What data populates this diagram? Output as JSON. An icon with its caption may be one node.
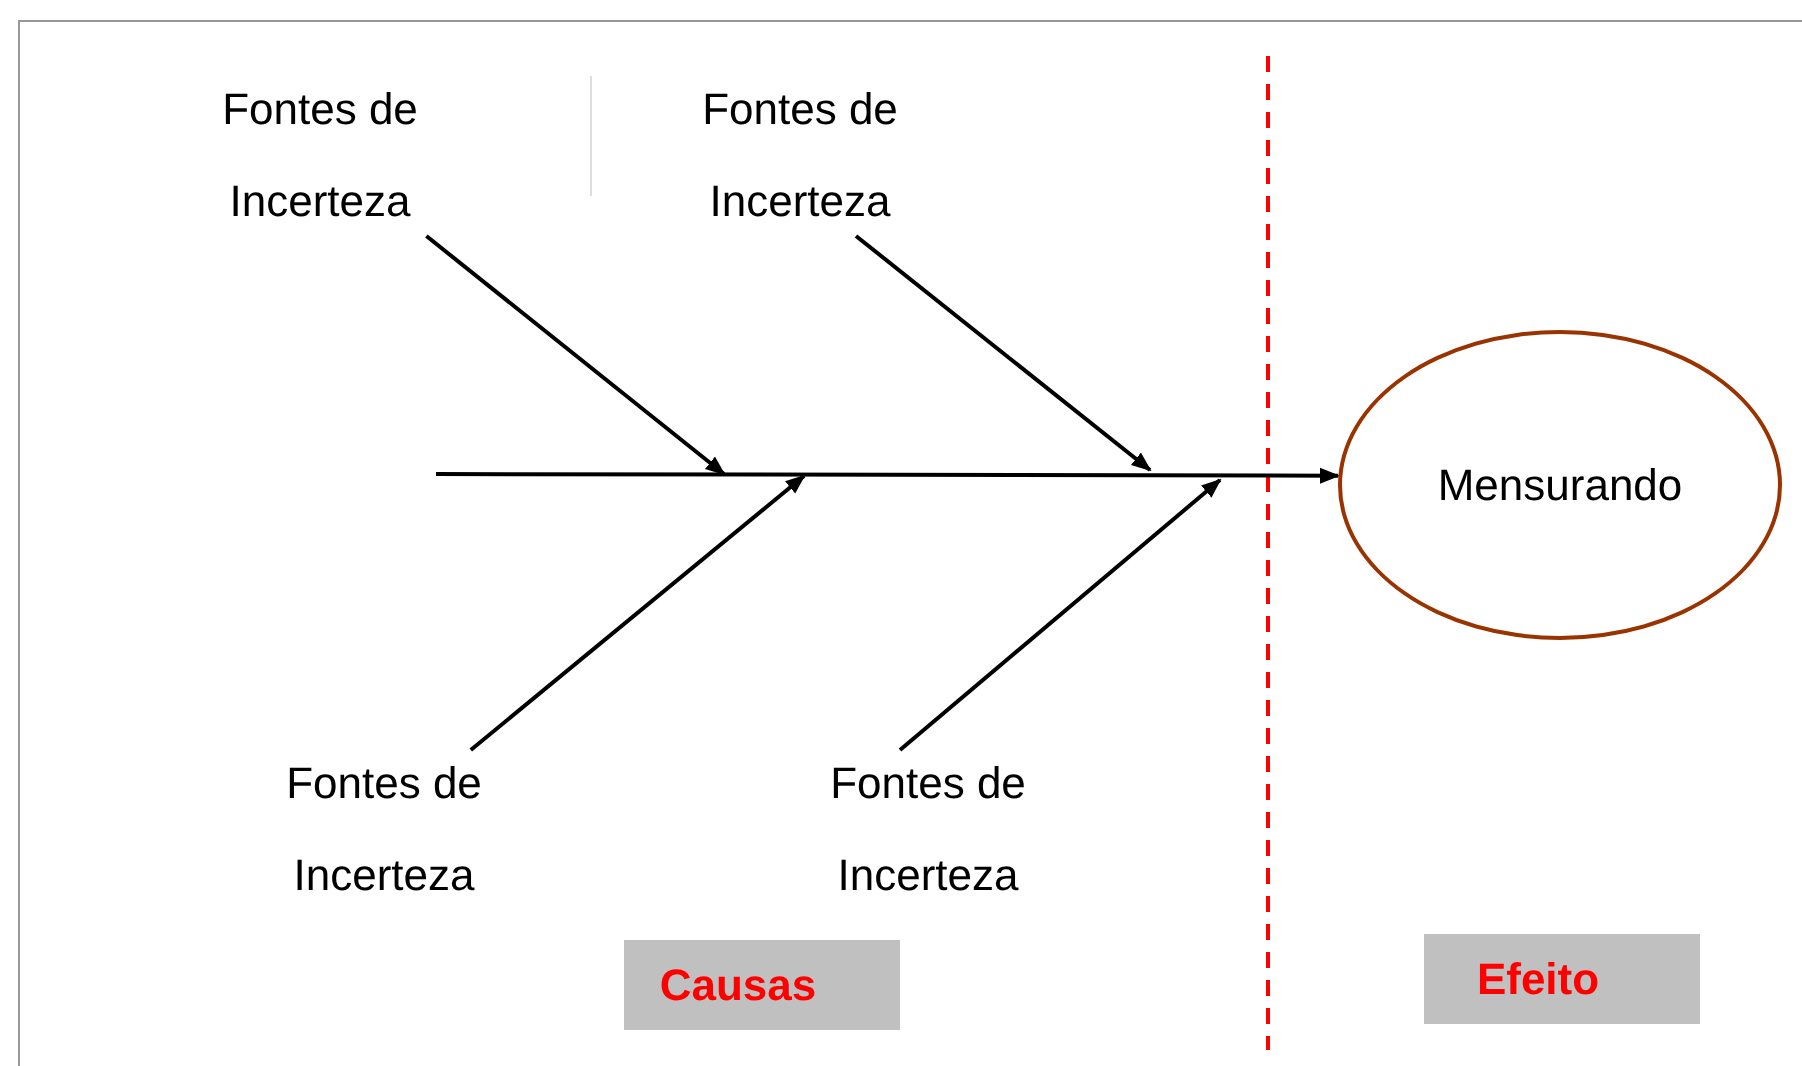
{
  "diagram": {
    "nodes": [
      {
        "text": [
          "Fontes de Incerteza"
        ]
      },
      {
        "text": [
          "Fontes de Incerteza"
        ]
      },
      {
        "text": [
          "Fontes de Incerteza"
        ]
      },
      {
        "text": [
          "Fontes de Incerteza"
        ]
      },
      {
        "text": [
          "Mensurando"
        ]
      },
      {
        "text": [
          "Causas"
        ]
      },
      {
        "text": [
          "Efeito"
        ]
      }
    ],
    "edges": [
      {
        "from": null,
        "to": 4,
        "arrow": "to"
      },
      {
        "from": 0,
        "to": null,
        "arrow": "to"
      },
      {
        "from": 1,
        "to": null,
        "arrow": "to"
      },
      {
        "from": 2,
        "to": null,
        "arrow": "to"
      },
      {
        "from": 3,
        "to": null,
        "arrow": "to"
      }
    ]
  }
}
